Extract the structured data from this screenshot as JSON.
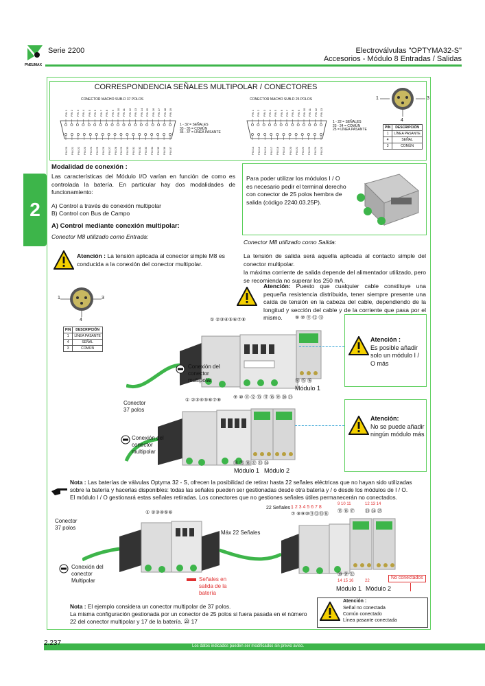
{
  "header": {
    "brand": "PNEUMAX",
    "series": "Serie 2200",
    "title_line1": "Electroválvulas \"OPTYMA32-S\"",
    "title_line2": "Accesorios - Módulo 8 Entradas / Salidas"
  },
  "section_tab": "2",
  "correspondence": {
    "title": "CORRESPONDENCIA SEÑALES MULTIPOLAR / CONECTORES",
    "connector37_title": "CONECTOR MACHO SUB-D 37 POLOS",
    "connector25_title": "CONECTOR MACHO SUB-D 25 POLOS",
    "pins37_top": [
      "PIN 1",
      "PIN 2",
      "PIN 3",
      "PIN 4",
      "PIN 5",
      "PIN 6",
      "PIN 7",
      "PIN 8",
      "PIN 9",
      "PIN 10",
      "PIN 11",
      "PIN 12",
      "PIN 13",
      "PIN 14",
      "PIN 15",
      "PIN 16",
      "PIN 17",
      "PIN 18",
      "PIN 19"
    ],
    "pins37_bottom": [
      "PIN 20",
      "PIN 21",
      "PIN 22",
      "PIN 23",
      "PIN 24",
      "PIN 25",
      "PIN 26",
      "PIN 27",
      "PIN 28",
      "PIN 29",
      "PIN 30",
      "PIN 31",
      "PIN 32",
      "PIN 33",
      "PIN 34",
      "PIN 35",
      "PIN 36",
      "PIN 37"
    ],
    "pins25_top": [
      "PIN 1",
      "PIN 2",
      "PIN 3",
      "PIN 4",
      "PIN 5",
      "PIN 6",
      "PIN 7",
      "PIN 8",
      "PIN 9",
      "PIN 10",
      "PIN 11",
      "PIN 12",
      "PIN 13"
    ],
    "pins25_bottom": [
      "PIN 14",
      "PIN 15",
      "PIN 16",
      "PIN 17",
      "PIN 18",
      "PIN 19",
      "PIN 20",
      "PIN 21",
      "PIN 22",
      "PIN 23",
      "PIN 24",
      "PIN 25"
    ],
    "legend37": [
      "1 - 32 = SEÑALES",
      "33 - 35 = COMÚN",
      "36 - 37 = LÍNEA PASANTE"
    ],
    "legend25": [
      "1 - 22 = SEÑALES",
      "23 - 24 = COMÚN",
      "25 = LÍNEA PASANTE"
    ],
    "m8_pin_labels": [
      "1",
      "3",
      "4"
    ]
  },
  "pin_table": {
    "headers": [
      "PIN",
      "DESCRIPCIÓN"
    ],
    "rows": [
      [
        "1",
        "LÍNEA PASANTE"
      ],
      [
        "4",
        "SEÑAL"
      ],
      [
        "3",
        "COMÚN"
      ]
    ]
  },
  "connection": {
    "heading": "Modalidad de conexión :",
    "paragraph": "Las características del Módulo I/O varían en función de como es controlada la batería. En particular hay dos modalidades de funcionamiento:",
    "option_a": "A) Control a través de conexión multipolar",
    "option_b": "B) Control con Bus de Campo",
    "heading_a": "A) Control mediante conexión multipolar:",
    "input_caption": "Conector M8 utilizado como Entrada:",
    "input_warning_bold": "Atención :",
    "input_warning_text": " La tensión aplicada al conector simple M8 es conducida a la conexión del conector multipolar.",
    "info_box": "Para poder utilizar los módulos I / O es necesario pedir el terminal derecho con conector de 25 polos hembra de salida (código 2240.03.25P).",
    "output_caption": "Conector M8 utilizado como Salida:",
    "output_text1": "La tensión de salida será aquella aplicada al contacto simple del conector multipolar.",
    "output_text2": "la máxima corriente de salida depende del alimentador utilizado, pero se recomienda no superar los 250 mA.",
    "output_warning_bold": "Atención:",
    "output_warning_text": " Puesto que cualquier cable constituye una pequeña resistencia distribuida, tener siempre presente una caída de tensión en la cabeza del cable, dependiendo de la longitud y sección del cable y de la corriente que pasa por el mismo."
  },
  "diagram1": {
    "top_numbers": "① ②③④⑤⑥⑦⑧",
    "module_top": "⑨ ⑩ ⑪ ⑫ ⑬",
    "module_bottom": "⑭ ⑮ ⑯",
    "conexion_label": "Conexión del conector multipolar",
    "module_label": "Módulo 1",
    "warning_bold": "Atención :",
    "warning_text": "Es posible añadir solo un módulo I / O más"
  },
  "diagram2": {
    "conector_label": "Conector 37 polos",
    "top_numbers": "① ②③④⑤⑥⑦⑧",
    "module1_top": "⑨ ⑩ ⑪ ⑫ ⑬",
    "module2_top": "⑰ ⑱ ⑲ ⑳ ㉑",
    "bottom_numbers": "⑭ ⑮ ⑯   ㉒ ㉓ ㉔",
    "conexion_label": "Conexión del conector multipolar",
    "module1_label": "Módulo 1",
    "module2_label": "Módulo 2",
    "warning_bold": "Atención:",
    "warning_text": "No se puede añadir ningún módulo más"
  },
  "nota1": {
    "bold": "Nota :",
    "text": " Las baterías de válvulas Optyma 32 - S, ofrecen la posibilidad de retirar hasta 22 señales eléctricas que no hayan sido utilizadas sobre la batería y hacerlas disponibles: todas las señales pueden ser gestionadas desde otra batería y / o desde los módulos de I / O.",
    "text2": "El módulo I / O gestionará estas señales retiradas. Los conectores que no gestiones señales útiles permanecerán no conectados."
  },
  "diagram3": {
    "conector_label": "Conector 37 polos",
    "left_numbers": "① ②③④⑤⑥",
    "max_label": "Máx 22 Señales",
    "signals_label": "22 Señales :",
    "red_signals": "1 2 3 4 5 6 7 8",
    "right_numbers": "⑦ ⑧⑨⑩⑪⑫⑬⑭",
    "module1_top_red": "9 10 11",
    "module2_top_red": "12 13 14",
    "module1_top": "⑮ ⑯ ⑰",
    "module2_top": "㉓ ㉔ ㉕",
    "module1_bottom": "⑳ ㉑ ㉒",
    "module1_bottom_red": "14 15 16",
    "module2_bottom_red": "22",
    "conexion_label": "Conexión del conector Multipolar",
    "legend_red": "Señales en salida de la batería",
    "module1_label": "Módulo 1",
    "module2_label": "Módulo 2",
    "no_connected": "No conectados"
  },
  "nota2": {
    "bold": "Nota :",
    "text": " El ejemplo considera un conector multipolar de 37 polos.",
    "text2": "La misma configuración gestionada por un conector de 25 polos si fuera pasada en el número 22 del conector multipolar y 17 de la batería. ㉓ 17"
  },
  "bottom_warning": {
    "bold": "Atención :",
    "lines": [
      "Señal no conectada",
      "Común conectado",
      "Línea pasante conectada"
    ]
  },
  "footer": {
    "page_number": "2.237",
    "disclaimer": "Los datos indicados pueden ser modificados sin previo aviso."
  },
  "colors": {
    "brand_green": "#3db54a",
    "warning_yellow": "#f4d000",
    "red": "#e03030"
  }
}
